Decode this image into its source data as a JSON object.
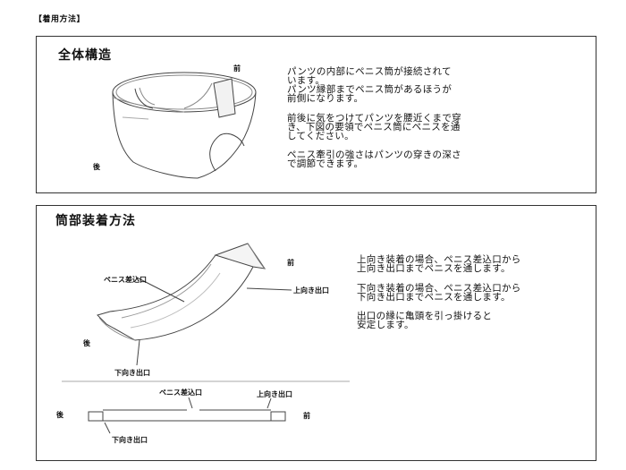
{
  "heading": "【着用方法】",
  "section1": {
    "title": "全体構造",
    "label_front": "前",
    "label_back": "後",
    "paragraphs": [
      "パンツの内部にペニス筒が接続されて\nいます。\nパンツ縁部までペニス筒があるほうが\n前側になります。",
      "前後に気をつけてパンツを腰近くまで穿\nき、下図の要領でペニス筒にペニスを通\nしてください。",
      "ペニス牽引の強さはパンツの穿きの深さ\nで調節できます。"
    ]
  },
  "section2": {
    "title": "筒部装着方法",
    "label_front": "前",
    "label_back": "後",
    "label_insert": "ペニス差込口",
    "label_up_exit": "上向き出口",
    "label_down_exit": "下向き出口",
    "diagram_insert": "ペニス差込口",
    "diagram_up_exit": "上向き出口",
    "diagram_back": "後",
    "diagram_front": "前",
    "diagram_down_exit": "下向き出口",
    "paragraphs": [
      "上向き装着の場合、ペニス差込口から\n上向き出口までペニスを通します。",
      "下向き装着の場合、ペニス差込口から\n下向き出口までペニスを通します。",
      "出口の縁に亀頭を引っ掛けると\n安定します。"
    ]
  }
}
